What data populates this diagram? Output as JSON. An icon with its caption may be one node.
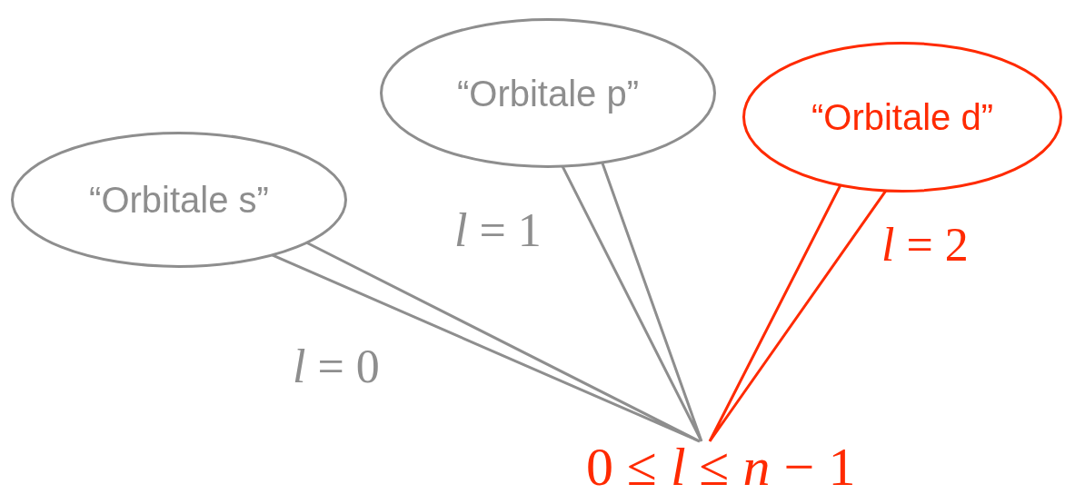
{
  "diagram": {
    "nodes": [
      {
        "text": [
          "“Orbitale s”"
        ]
      },
      {
        "text": [
          "“Orbitale p”"
        ]
      },
      {
        "text": [
          "“Orbitale d”"
        ]
      },
      {
        "text": [
          "0 ≤ *l* ≤ *n* − 1"
        ]
      }
    ],
    "edges": [
      {
        "from": 0,
        "to": 3,
        "arrow": "none",
        "label": "*l* = 0"
      },
      {
        "from": 1,
        "to": 3,
        "arrow": "none",
        "label": "*l* = 1"
      },
      {
        "from": 2,
        "to": 3,
        "arrow": "none",
        "label": "*l* = 2",
        "color": "#ff2a00"
      }
    ]
  }
}
